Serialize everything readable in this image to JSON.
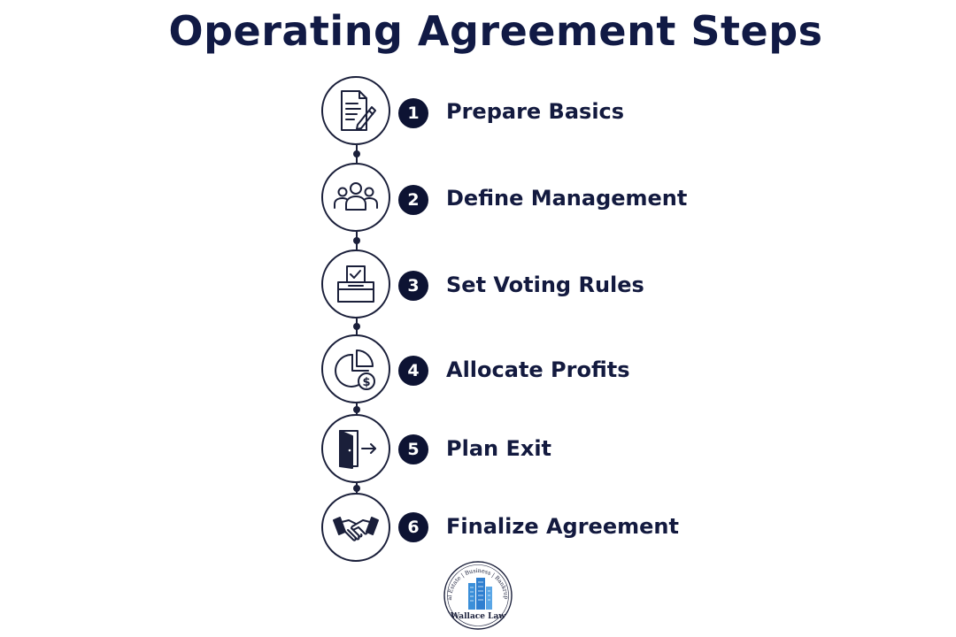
{
  "title": "Operating Agreement Steps",
  "steps": [
    {
      "number": "1",
      "label": "Prepare Basics",
      "icon": "document-pen-icon"
    },
    {
      "number": "2",
      "label": "Define Management",
      "icon": "team-icon"
    },
    {
      "number": "3",
      "label": "Set Voting Rules",
      "icon": "ballot-box-icon"
    },
    {
      "number": "4",
      "label": "Allocate Profits",
      "icon": "pie-chart-dollar-icon"
    },
    {
      "number": "5",
      "label": "Plan Exit",
      "icon": "door-exit-icon"
    },
    {
      "number": "6",
      "label": "Finalize Agreement",
      "icon": "handshake-icon"
    }
  ],
  "logo": {
    "name": "Wallace Law",
    "tagline_parts": [
      "Real Estate",
      "Business",
      "Bankruptcy"
    ],
    "accent_color": "#2f8fe0"
  },
  "colors": {
    "navy": "#0d1333",
    "text": "#131a3f"
  }
}
